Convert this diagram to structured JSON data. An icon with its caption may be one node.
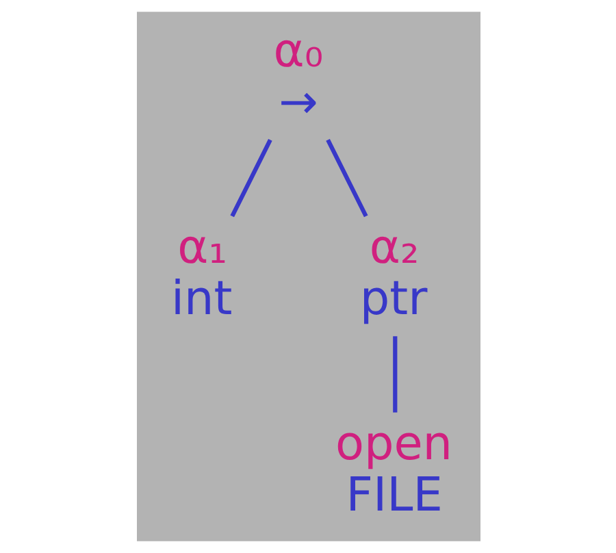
{
  "diagram": {
    "nodes": [
      {
        "text": [
          "α₀",
          "→"
        ]
      },
      {
        "text": [
          "α₁",
          "int"
        ]
      },
      {
        "text": [
          "α₂",
          "ptr"
        ]
      },
      {
        "text": [
          "open",
          "FILE"
        ]
      }
    ],
    "edges": [
      {
        "from": 0,
        "to": 1,
        "arrow": "none"
      },
      {
        "from": 0,
        "to": 2,
        "arrow": "none"
      },
      {
        "from": 2,
        "to": 3,
        "arrow": "none"
      }
    ]
  }
}
